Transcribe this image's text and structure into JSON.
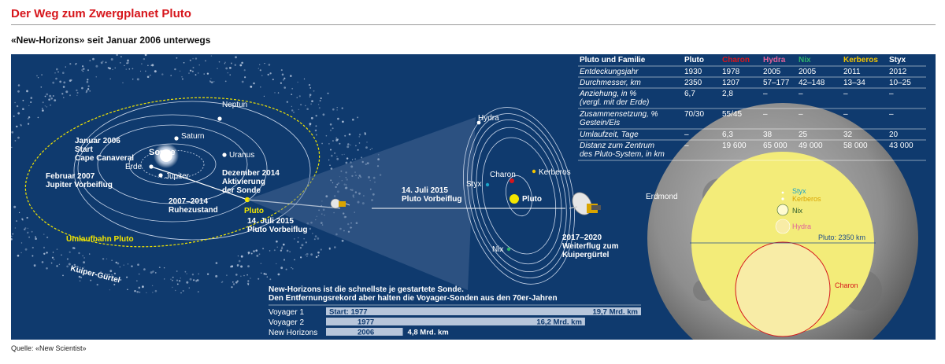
{
  "header": {
    "title": "Der Weg zum Zwergplanet Pluto",
    "subtitle": "«New-Horizons» seit Januar 2006 unterwegs"
  },
  "solar": {
    "sun": "Sonne",
    "planets": {
      "erde": "Erde",
      "jupiter": "Jupiter",
      "saturn": "Saturn",
      "uranus": "Uranus",
      "neptun": "Neptun",
      "pluto": "Pluto"
    },
    "orbit_label": "Umlaufbahn Pluto",
    "kuiper_label": "Kuiper-Gürtel",
    "events": {
      "start": [
        "Januar 2006",
        "Start",
        "Cape Canaveral"
      ],
      "jupiter": [
        "Februar 2007",
        "Jupiter Vorbeiflug"
      ],
      "rest": [
        "2007–2014",
        "Ruhezustand"
      ],
      "activation": [
        "Dezember 2014",
        "Aktivierung",
        "der Sonde"
      ],
      "flyby": [
        "14. Juli 2015",
        "Pluto Vorbeiflug"
      ]
    }
  },
  "system": {
    "moons": {
      "hydra": "Hydra",
      "styx": "Styx",
      "charon": "Charon",
      "kerberos": "Kerberos",
      "pluto": "Pluto",
      "nix": "Nix"
    },
    "flyby": [
      "14. Juli 2015",
      "Pluto Vorbeiflug"
    ],
    "onward": [
      "2017–2020",
      "Weiterflug zum",
      "Kuipergürtel"
    ]
  },
  "table": {
    "headers": [
      "Pluto und Familie",
      "Pluto",
      "Charon",
      "Hydra",
      "Nix",
      "Kerberos",
      "Styx"
    ],
    "header_colors": [
      "#ffffff",
      "#ffffff",
      "#d6151b",
      "#e0609a",
      "#2fb36a",
      "#f3c400",
      "#ffffff"
    ],
    "rows": [
      {
        "label": [
          "Entdeckungsjahr"
        ],
        "values": [
          "1930",
          "1978",
          "2005",
          "2005",
          "2011",
          "2012"
        ]
      },
      {
        "label": [
          "Durchmesser, km"
        ],
        "values": [
          "2350",
          "1207",
          "57–177",
          "42–148",
          "13–34",
          "10–25"
        ]
      },
      {
        "label": [
          "Anziehung, in %",
          "(vergl. mit der Erde)"
        ],
        "values": [
          "6,7",
          "2,8",
          "–",
          "–",
          "–",
          "–"
        ]
      },
      {
        "label": [
          "Zusammensetzung, %",
          "Gestein/Eis"
        ],
        "values": [
          "70/30",
          "55/45",
          "–",
          "–",
          "–",
          "–"
        ]
      },
      {
        "label": [
          "Umlaufzeit, Tage"
        ],
        "values": [
          "–",
          "6,3",
          "38",
          "25",
          "32",
          "20"
        ]
      },
      {
        "label": [
          "Distanz zum Zentrum",
          "des Pluto-System, in km"
        ],
        "values": [
          "–",
          "19 600",
          "65 000",
          "49 000",
          "58 000",
          "43 000"
        ]
      }
    ]
  },
  "moon": {
    "label": "Erdmond",
    "labels": {
      "styx": "Styx",
      "kerberos": "Kerberos",
      "nix": "Nix",
      "hydra": "Hydra",
      "charon": "Charon"
    },
    "pluto_measure": "Pluto: 2350 km",
    "colors": {
      "styx": "#1aa3c7",
      "kerberos": "#d9a400",
      "nix": "#2b5a2b",
      "hydra": "#e0609a",
      "charon": "#d6151b"
    }
  },
  "voyager": {
    "intro": [
      "New-Horizons ist die schnellste je gestartete Sonde.",
      "Den Entfernungsrekord aber halten die Voyager-Sonden aus den 70er-Jahren"
    ],
    "rows": [
      {
        "name": "Voyager 1",
        "start": "Start: 1977",
        "distance": "19,7 Mrd. km",
        "value": 19.7
      },
      {
        "name": "Voyager 2",
        "start": "1977",
        "distance": "16,2 Mrd. km",
        "value": 16.2
      },
      {
        "name": "New Horizons",
        "start": "2006",
        "distance": "4,8 Mrd. km",
        "value": 4.8
      }
    ],
    "unit": "Mrd. km"
  },
  "source": "Quelle: «New Scientist»"
}
